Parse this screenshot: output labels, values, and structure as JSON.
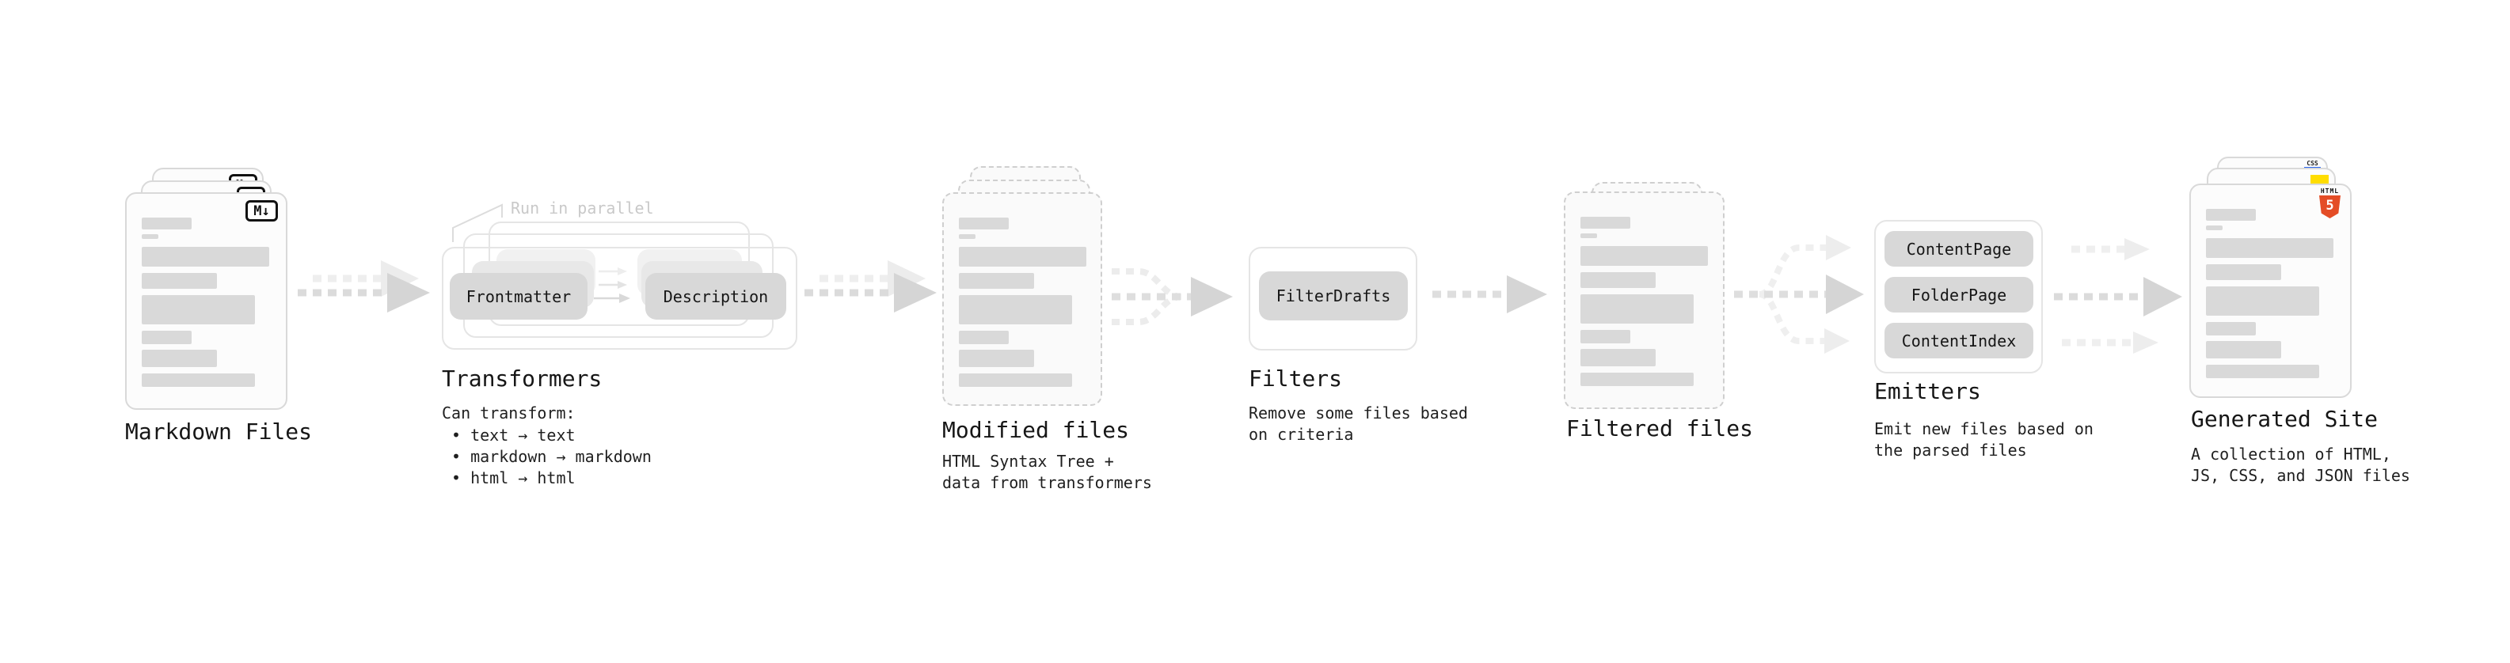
{
  "stages": {
    "markdown_files": {
      "title": "Markdown Files",
      "badge": "M↓"
    },
    "transformers": {
      "note": "Run in parallel",
      "pills": [
        "Frontmatter",
        "Description"
      ],
      "title": "Transformers",
      "desc": "Can transform:",
      "bullets": [
        "• text → text",
        "• markdown → markdown",
        "• html → html"
      ]
    },
    "modified_files": {
      "title": "Modified files",
      "subtitle_lines": [
        "HTML Syntax Tree +",
        "data from transformers"
      ]
    },
    "filters": {
      "title": "Filters",
      "pills": [
        "FilterDrafts"
      ],
      "subtitle_lines": [
        "Remove some files based",
        "on criteria"
      ]
    },
    "filtered_files": {
      "title": "Filtered files"
    },
    "emitters": {
      "title": "Emitters",
      "pills": [
        "ContentPage",
        "FolderPage",
        "ContentIndex"
      ],
      "subtitle_lines": [
        "Emit new files based on",
        "the parsed files"
      ]
    },
    "generated_site": {
      "title": "Generated Site",
      "subtitle_lines": [
        "A collection of HTML,",
        "JS, CSS, and JSON files"
      ],
      "css_badge": "CSS",
      "html5_badge": {
        "label": "HTML",
        "number": "5"
      }
    }
  },
  "colors": {
    "html5_orange": "#e44d26",
    "js_yellow": "#ffdd00",
    "css_blue": "#2965f1",
    "doc_bar_gray": "#d9d9d9",
    "arrow_gray": "#d5d5d5",
    "arrow_light_gray": "#ededed",
    "note_gray": "#c9c9c9",
    "text_dark": "#1a1a1a"
  }
}
